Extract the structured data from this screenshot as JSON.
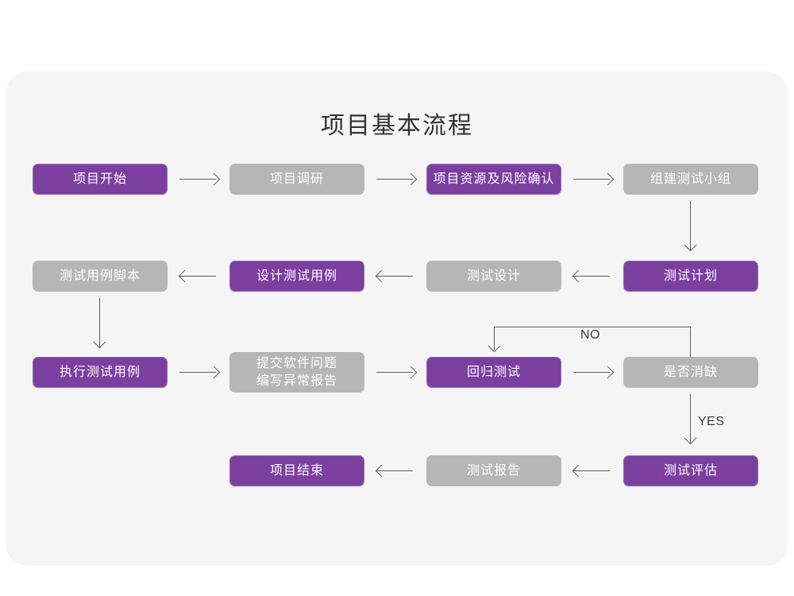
{
  "canvas": {
    "title": "项目基本流程",
    "background_color": "#f5f5f5",
    "page_background": "#ffffff"
  },
  "theme": {
    "purple": "#7b3fa0",
    "gray": "#b6b6b6",
    "node_text": "#ffffff",
    "connector": "#5a5a5a",
    "title_color": "#333333"
  },
  "diagram": {
    "type": "flowchart",
    "nodes": [
      {
        "id": "n1",
        "label": "项目开始",
        "style": "purple",
        "row": 1,
        "col": 1
      },
      {
        "id": "n2",
        "label": "项目调研",
        "style": "gray",
        "row": 1,
        "col": 2
      },
      {
        "id": "n3",
        "label": "项目资源及风险确认",
        "style": "purple",
        "row": 1,
        "col": 3
      },
      {
        "id": "n4",
        "label": "组建测试小组",
        "style": "gray",
        "row": 1,
        "col": 4
      },
      {
        "id": "n5",
        "label": "测试用例脚本",
        "style": "gray",
        "row": 2,
        "col": 1
      },
      {
        "id": "n6",
        "label": "设计测试用例",
        "style": "purple",
        "row": 2,
        "col": 2
      },
      {
        "id": "n7",
        "label": "测试设计",
        "style": "gray",
        "row": 2,
        "col": 3
      },
      {
        "id": "n8",
        "label": "测试计划",
        "style": "purple",
        "row": 2,
        "col": 4
      },
      {
        "id": "n9",
        "label": "执行测试用例",
        "style": "purple",
        "row": 3,
        "col": 1
      },
      {
        "id": "n10",
        "label": "提交软件问题\n编写异常报告",
        "style": "gray",
        "row": 3,
        "col": 2
      },
      {
        "id": "n11",
        "label": "回归测试",
        "style": "purple",
        "row": 3,
        "col": 3
      },
      {
        "id": "n12",
        "label": "是否消缺",
        "style": "gray",
        "row": 3,
        "col": 4
      },
      {
        "id": "n13",
        "label": "项目结束",
        "style": "purple",
        "row": 4,
        "col": 2
      },
      {
        "id": "n14",
        "label": "测试报告",
        "style": "gray",
        "row": 4,
        "col": 3
      },
      {
        "id": "n15",
        "label": "测试评估",
        "style": "purple",
        "row": 4,
        "col": 4
      }
    ],
    "edges": [
      {
        "from": "n1",
        "to": "n2",
        "direction": "right",
        "label": ""
      },
      {
        "from": "n2",
        "to": "n3",
        "direction": "right",
        "label": ""
      },
      {
        "from": "n3",
        "to": "n4",
        "direction": "right",
        "label": ""
      },
      {
        "from": "n4",
        "to": "n8",
        "direction": "down",
        "label": ""
      },
      {
        "from": "n8",
        "to": "n7",
        "direction": "left",
        "label": ""
      },
      {
        "from": "n7",
        "to": "n6",
        "direction": "left",
        "label": ""
      },
      {
        "from": "n6",
        "to": "n5",
        "direction": "left",
        "label": ""
      },
      {
        "from": "n5",
        "to": "n9",
        "direction": "down",
        "label": ""
      },
      {
        "from": "n9",
        "to": "n10",
        "direction": "right",
        "label": ""
      },
      {
        "from": "n10",
        "to": "n11",
        "direction": "right",
        "label": ""
      },
      {
        "from": "n11",
        "to": "n12",
        "direction": "right",
        "label": ""
      },
      {
        "from": "n12",
        "to": "n11",
        "direction": "feedback-up-left",
        "label": "NO"
      },
      {
        "from": "n12",
        "to": "n15",
        "direction": "down",
        "label": "YES"
      },
      {
        "from": "n15",
        "to": "n14",
        "direction": "left",
        "label": ""
      },
      {
        "from": "n14",
        "to": "n13",
        "direction": "left",
        "label": ""
      }
    ],
    "edge_labels": {
      "no": "NO",
      "yes": "YES"
    }
  }
}
